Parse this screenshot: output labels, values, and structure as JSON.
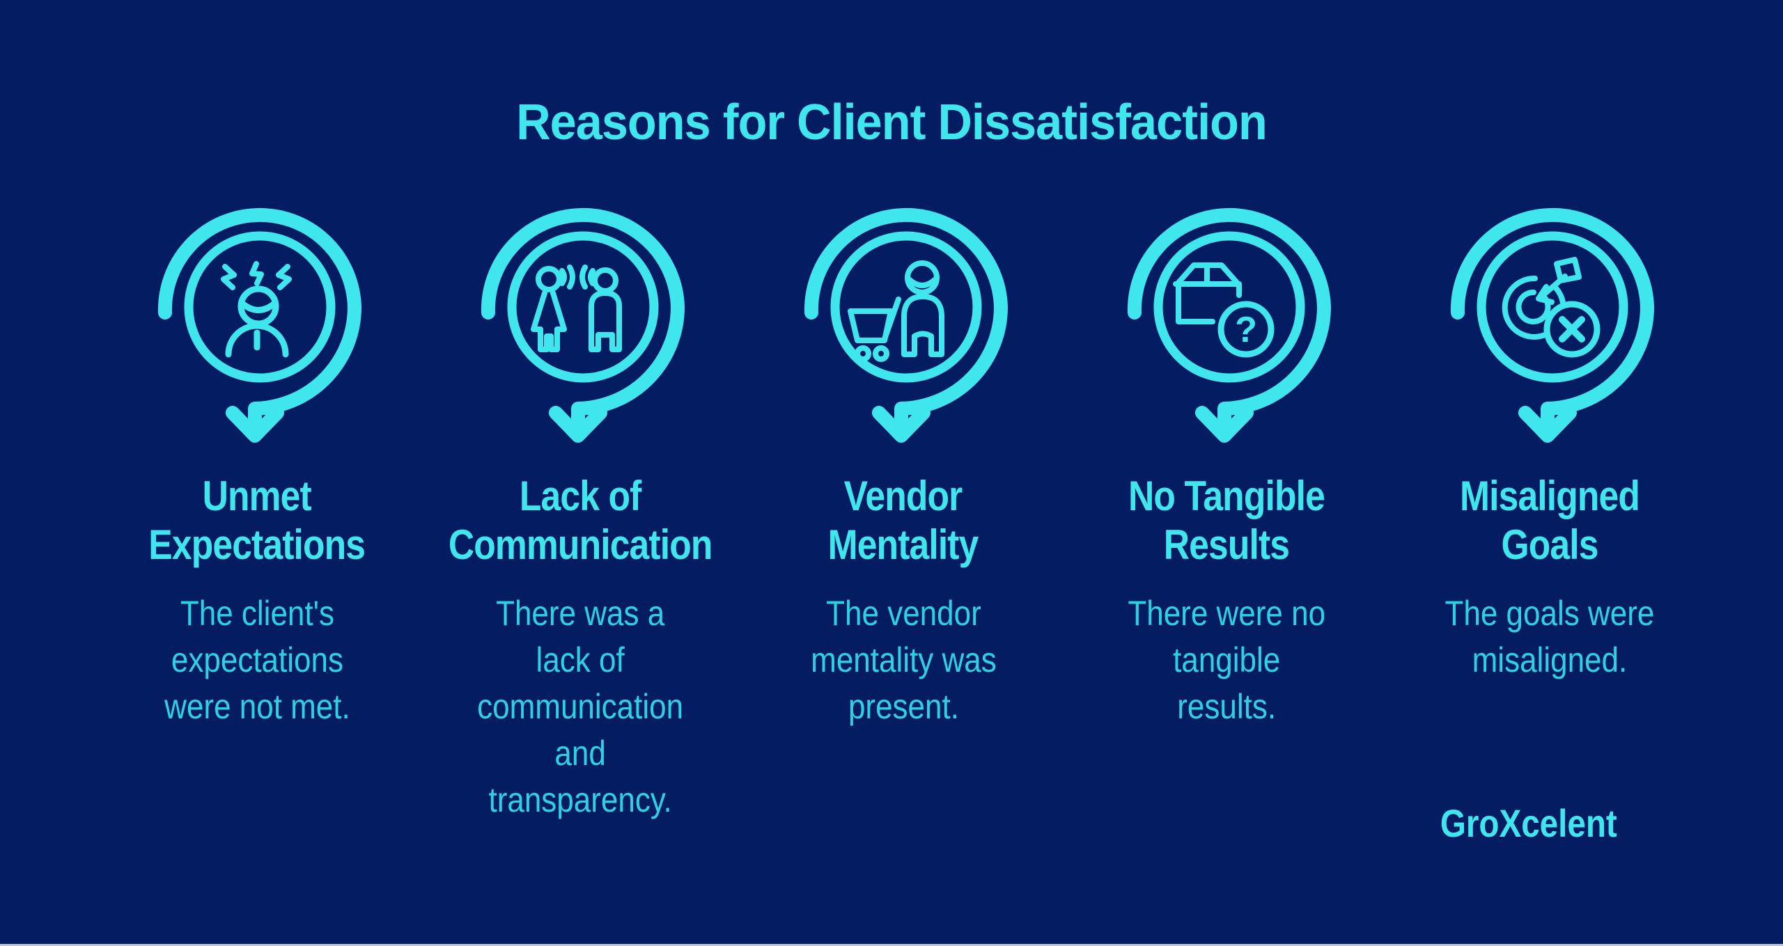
{
  "page": {
    "title": "Reasons for Client Dissatisfaction",
    "brand": "GroXcelent"
  },
  "colors": {
    "background": "#041c62",
    "accent": "#3fe6ee",
    "body_text": "#2dd2e2"
  },
  "glyphs": {
    "question": "?"
  },
  "columns": [
    {
      "icon": "stressed-person-icon",
      "title": "Unmet\nExpectations",
      "description": "The client's\nexpectations\nwere not met."
    },
    {
      "icon": "two-people-talking-icon",
      "title": "Lack of\nCommunication",
      "description": "There was a\nlack of\ncommunication\nand\ntransparency."
    },
    {
      "icon": "person-shopping-cart-icon",
      "title": "Vendor\nMentality",
      "description": "The vendor\nmentality was\npresent."
    },
    {
      "icon": "package-question-icon",
      "title": "No Tangible\nResults",
      "description": "There were no\ntangible\nresults."
    },
    {
      "icon": "target-arrow-x-icon",
      "title": "Misaligned\nGoals",
      "description": "The goals were\nmisaligned."
    }
  ]
}
